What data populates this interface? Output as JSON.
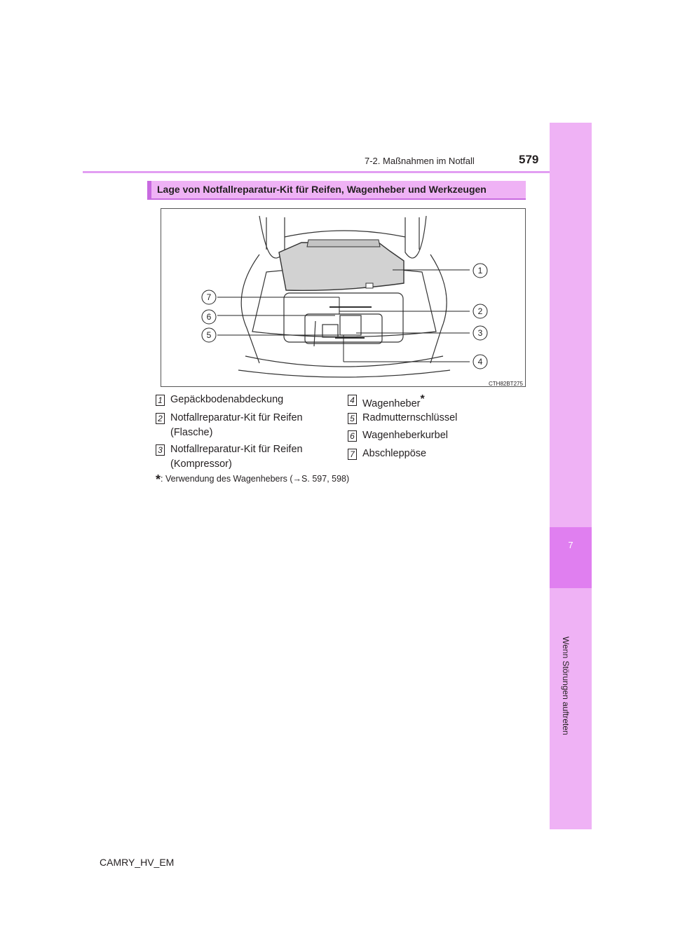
{
  "header": {
    "section": "7-2. Maßnahmen im Notfall",
    "page_number": "579"
  },
  "side_tab": {
    "chapter_number": "7",
    "chapter_title": "Wenn Störungen auftreten"
  },
  "section": {
    "title": "Lage von Notfallreparatur-Kit für Reifen, Wagenheber und Werkzeugen"
  },
  "figure": {
    "code": "CTH82BT275",
    "callouts": [
      "1",
      "2",
      "3",
      "4",
      "5",
      "6",
      "7"
    ]
  },
  "legend": {
    "items": [
      {
        "num": "1",
        "line1": "Gepäckbodenabdeckung",
        "line2": ""
      },
      {
        "num": "2",
        "line1": "Notfallreparatur-Kit für Reifen",
        "line2": "(Flasche)"
      },
      {
        "num": "3",
        "line1": "Notfallreparatur-Kit für Reifen",
        "line2": "(Kompressor)"
      },
      {
        "num": "4",
        "line1": "Wagenheber",
        "line2": ""
      },
      {
        "num": "5",
        "line1": "Radmutternschlüssel",
        "line2": ""
      },
      {
        "num": "6",
        "line1": "Wagenheberkurbel",
        "line2": ""
      },
      {
        "num": "7",
        "line1": "Abschleppöse",
        "line2": ""
      }
    ],
    "asterisk": "*"
  },
  "footnote": {
    "star": "*",
    "text": ": Verwendung des Wagenhebers (→S. 597, 598)"
  },
  "footer": {
    "model_code": "CAMRY_HV_EM"
  },
  "colors": {
    "tab": "#efb2f5",
    "tab_dark": "#e07ff0",
    "accent": "#c86ae0"
  }
}
